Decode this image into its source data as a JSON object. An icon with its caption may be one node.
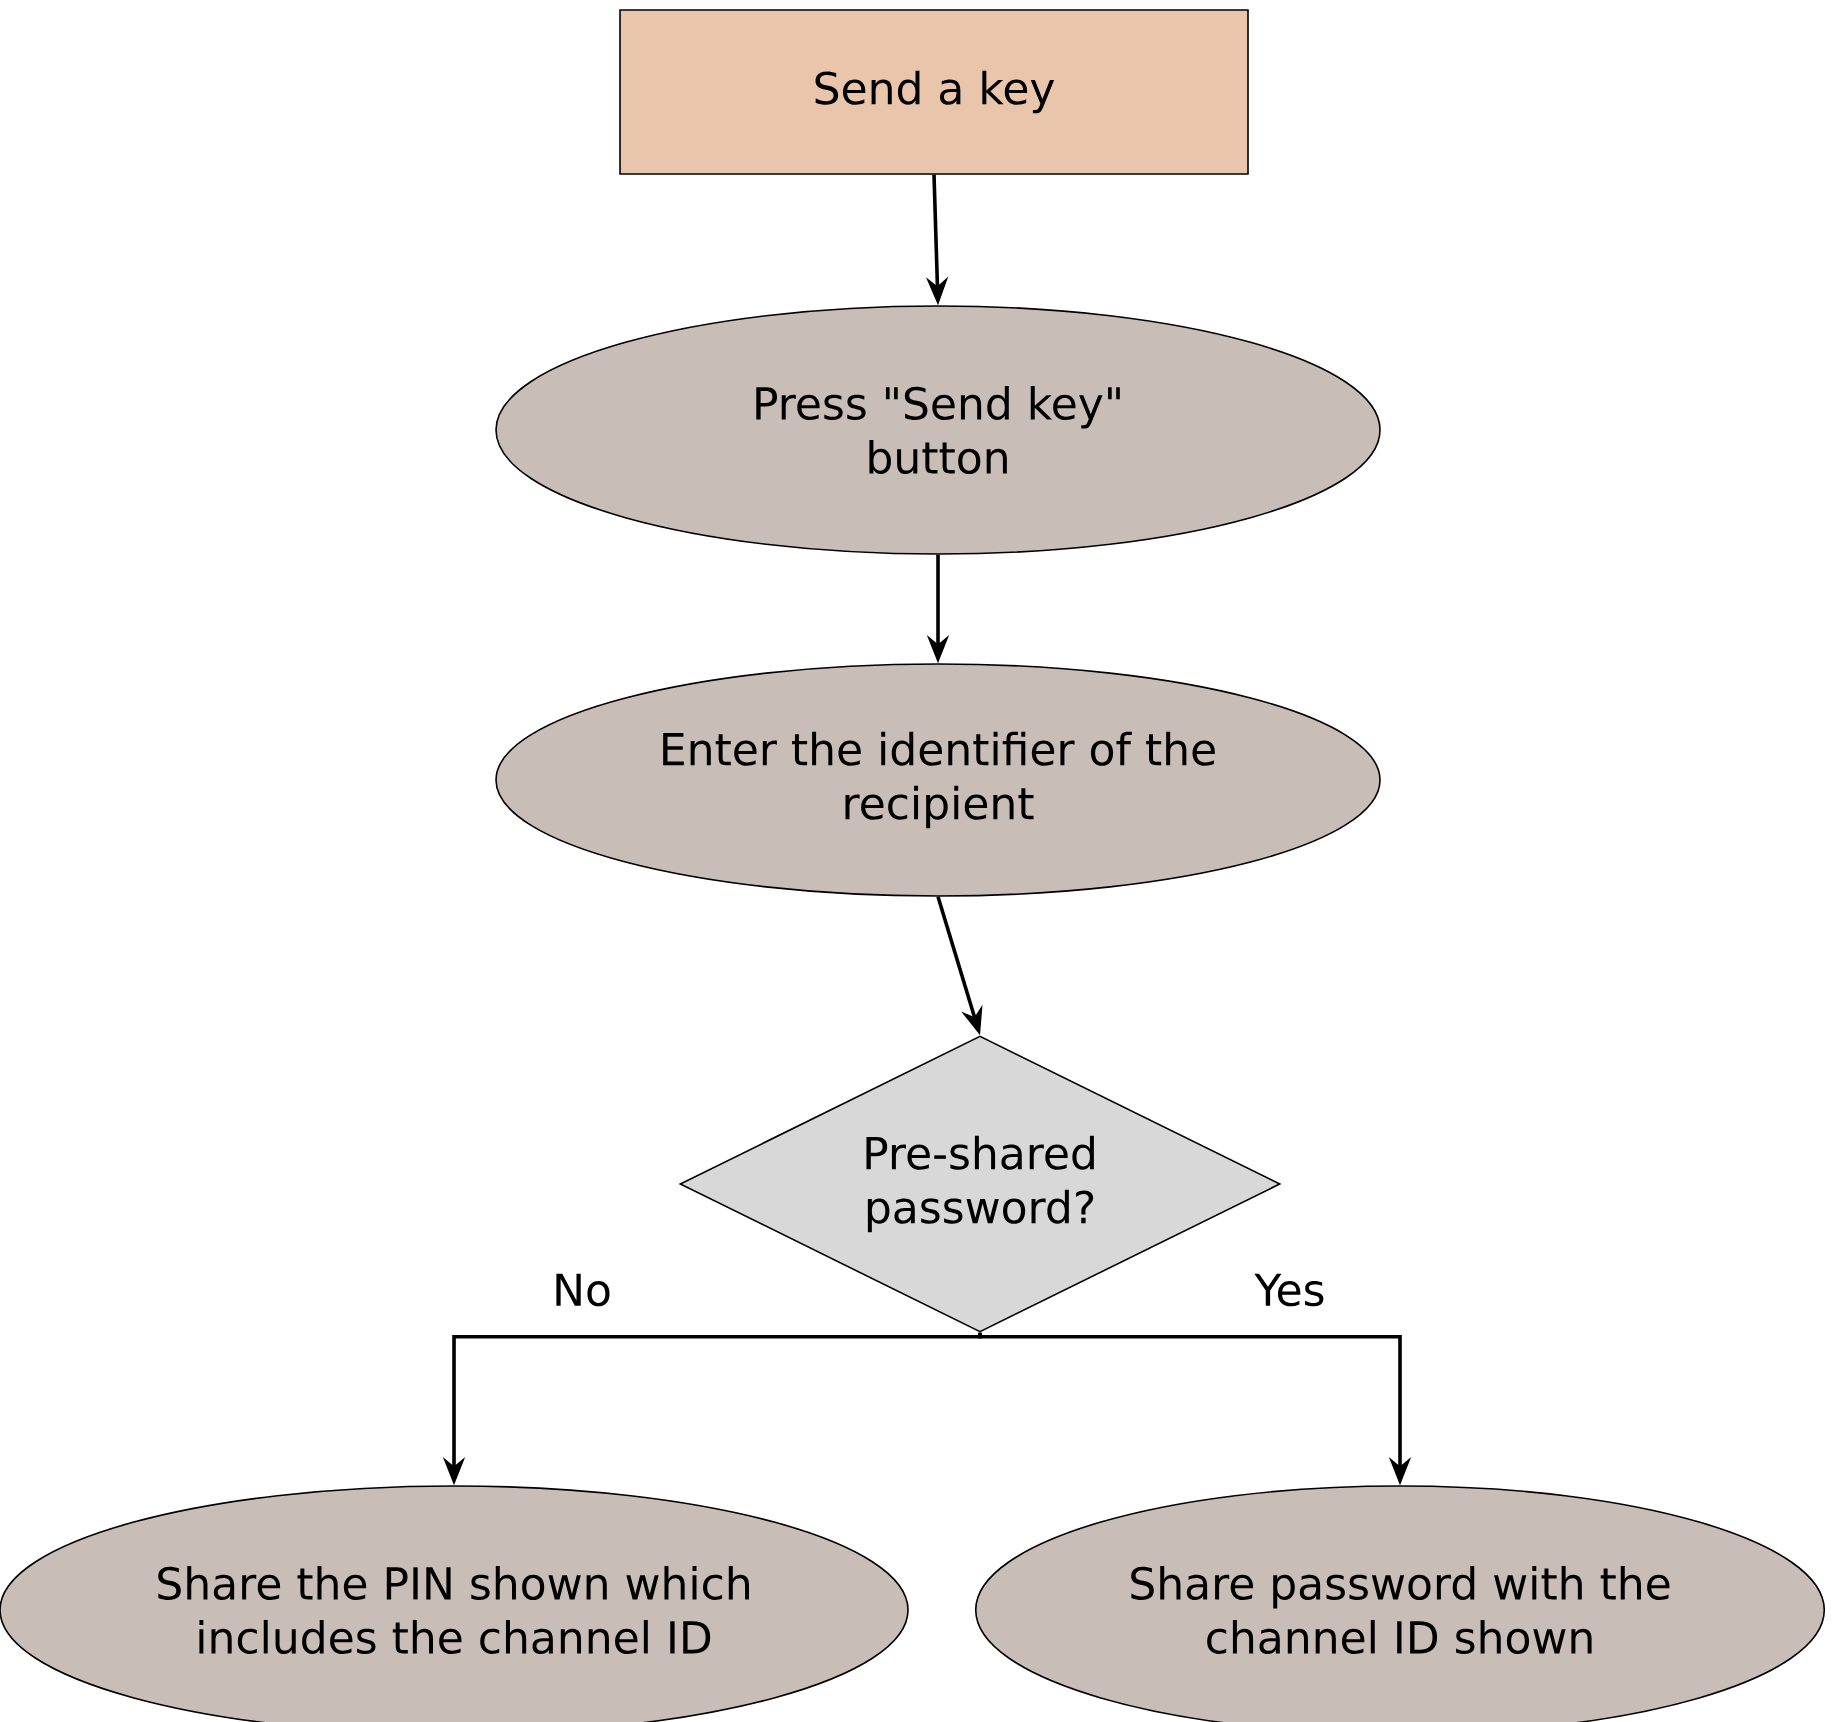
{
  "diagram": {
    "nodes": [
      {
        "text": [
          "Send a key"
        ]
      },
      {
        "text": [
          "Press \"Send key\" button"
        ]
      },
      {
        "text": [
          "Enter the identifier of the recipient"
        ]
      },
      {
        "text": [
          "Pre-shared password?"
        ]
      },
      {
        "text": [
          "Share the PIN shown which includes the channel ID"
        ]
      },
      {
        "text": [
          "Share password with the channel ID shown"
        ]
      }
    ],
    "edges": [
      {
        "from": 0,
        "to": 1,
        "arrow": "to"
      },
      {
        "from": 1,
        "to": 2,
        "arrow": "to"
      },
      {
        "from": 2,
        "to": 3,
        "arrow": "to"
      },
      {
        "from": 3,
        "to": 4,
        "arrow": "to",
        "label": "No"
      },
      {
        "from": 3,
        "to": 5,
        "arrow": "to",
        "label": "Yes"
      }
    ]
  }
}
